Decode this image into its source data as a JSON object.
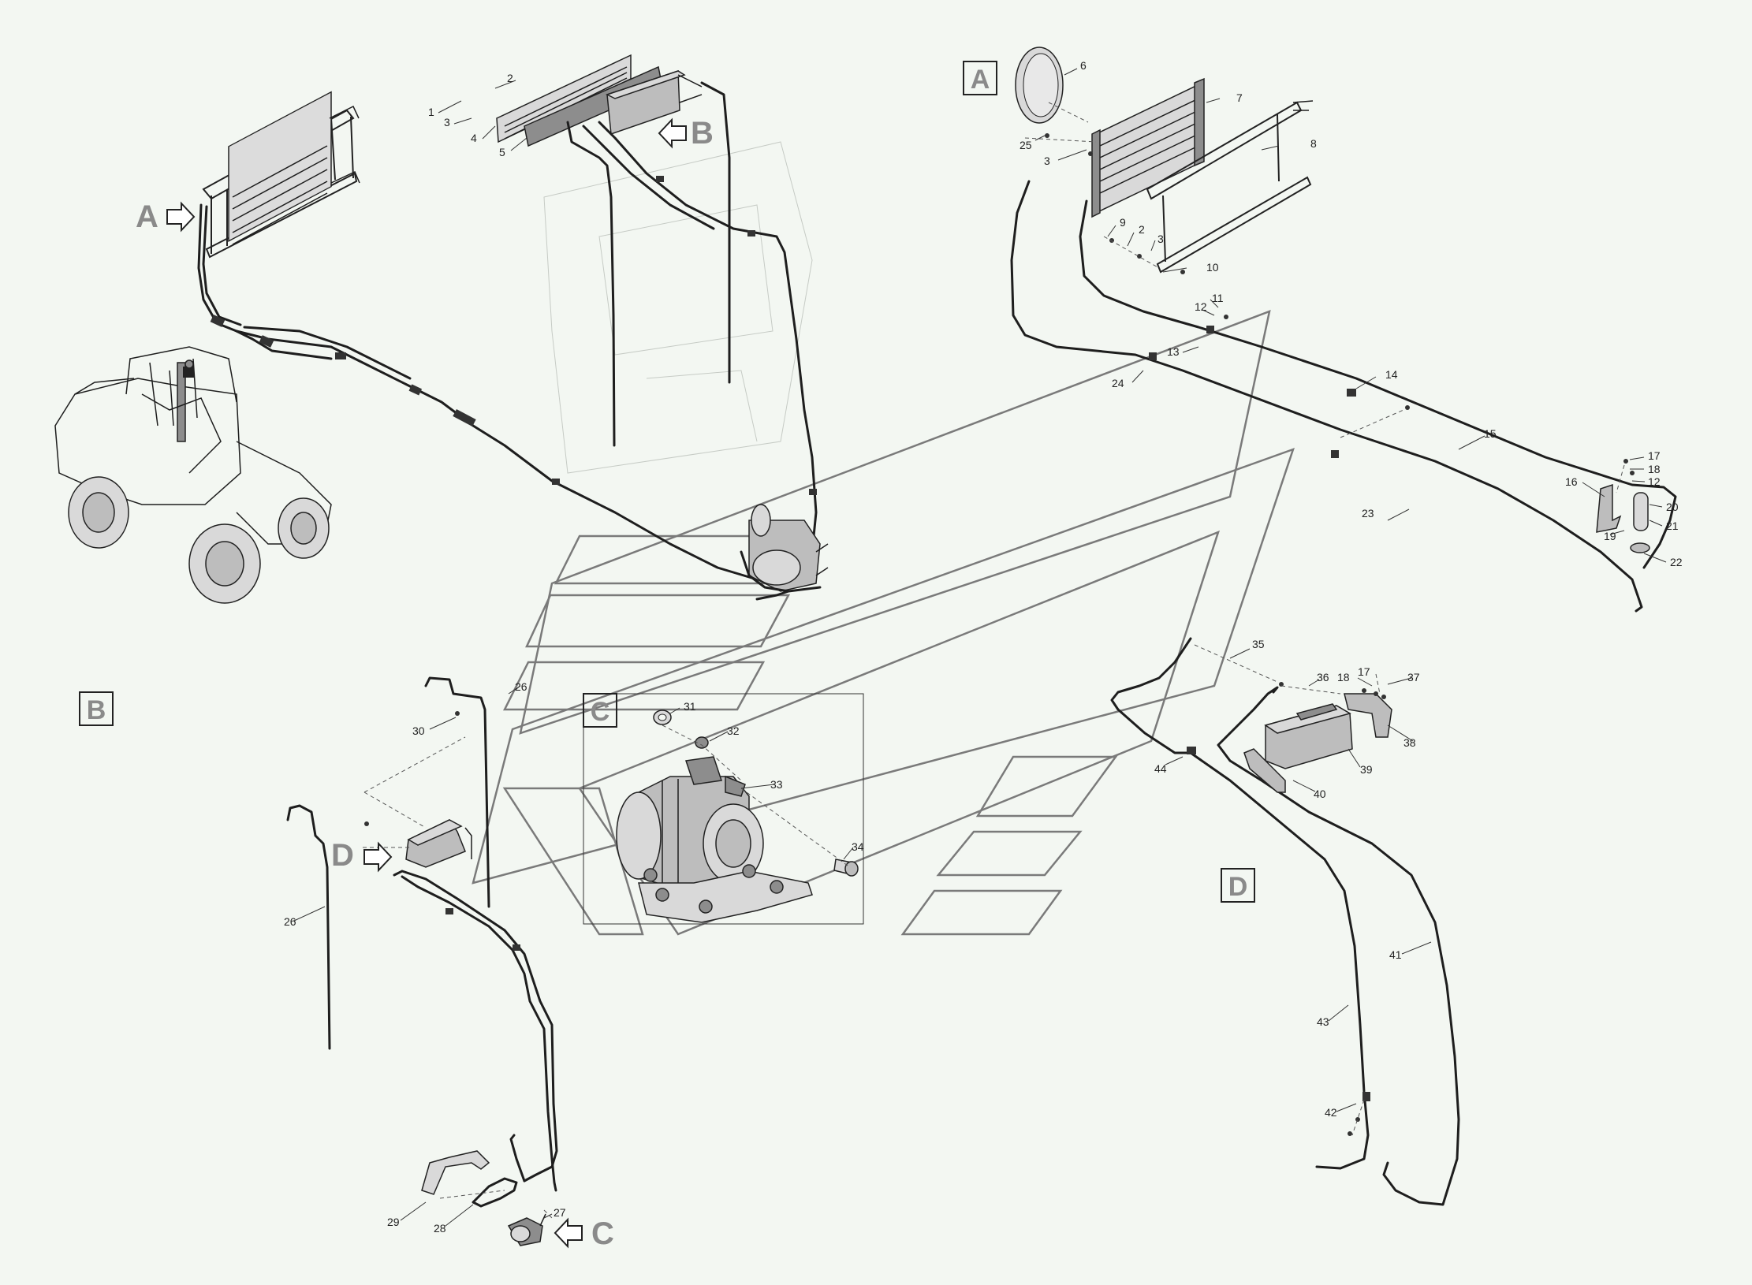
{
  "callouts": [
    {
      "n": "1"
    },
    {
      "n": "2"
    },
    {
      "n": "3"
    },
    {
      "n": "4"
    },
    {
      "n": "5"
    },
    {
      "n": "6"
    },
    {
      "n": "7"
    },
    {
      "n": "8"
    },
    {
      "n": "25"
    },
    {
      "n": "3"
    },
    {
      "n": "9"
    },
    {
      "n": "2"
    },
    {
      "n": "3"
    },
    {
      "n": "10"
    },
    {
      "n": "11"
    },
    {
      "n": "12"
    },
    {
      "n": "13"
    },
    {
      "n": "24"
    },
    {
      "n": "14"
    },
    {
      "n": "15"
    },
    {
      "n": "17"
    },
    {
      "n": "18"
    },
    {
      "n": "12"
    },
    {
      "n": "16"
    },
    {
      "n": "20"
    },
    {
      "n": "21"
    },
    {
      "n": "19"
    },
    {
      "n": "22"
    },
    {
      "n": "23"
    },
    {
      "n": "26"
    },
    {
      "n": "30"
    },
    {
      "n": "31"
    },
    {
      "n": "32"
    },
    {
      "n": "33"
    },
    {
      "n": "34"
    },
    {
      "n": "26"
    },
    {
      "n": "29"
    },
    {
      "n": "28"
    },
    {
      "n": "27"
    },
    {
      "n": "35"
    },
    {
      "n": "36"
    },
    {
      "n": "18"
    },
    {
      "n": "17"
    },
    {
      "n": "37"
    },
    {
      "n": "38"
    },
    {
      "n": "44"
    },
    {
      "n": "39"
    },
    {
      "n": "40"
    },
    {
      "n": "41"
    },
    {
      "n": "43"
    },
    {
      "n": "42"
    }
  ],
  "view_boxes": [
    {
      "letter": "A"
    },
    {
      "letter": "B"
    },
    {
      "letter": "C"
    },
    {
      "letter": "D"
    }
  ],
  "view_arrows": [
    {
      "letter": "A"
    },
    {
      "letter": "B"
    },
    {
      "letter": "D"
    },
    {
      "letter": "C"
    }
  ]
}
